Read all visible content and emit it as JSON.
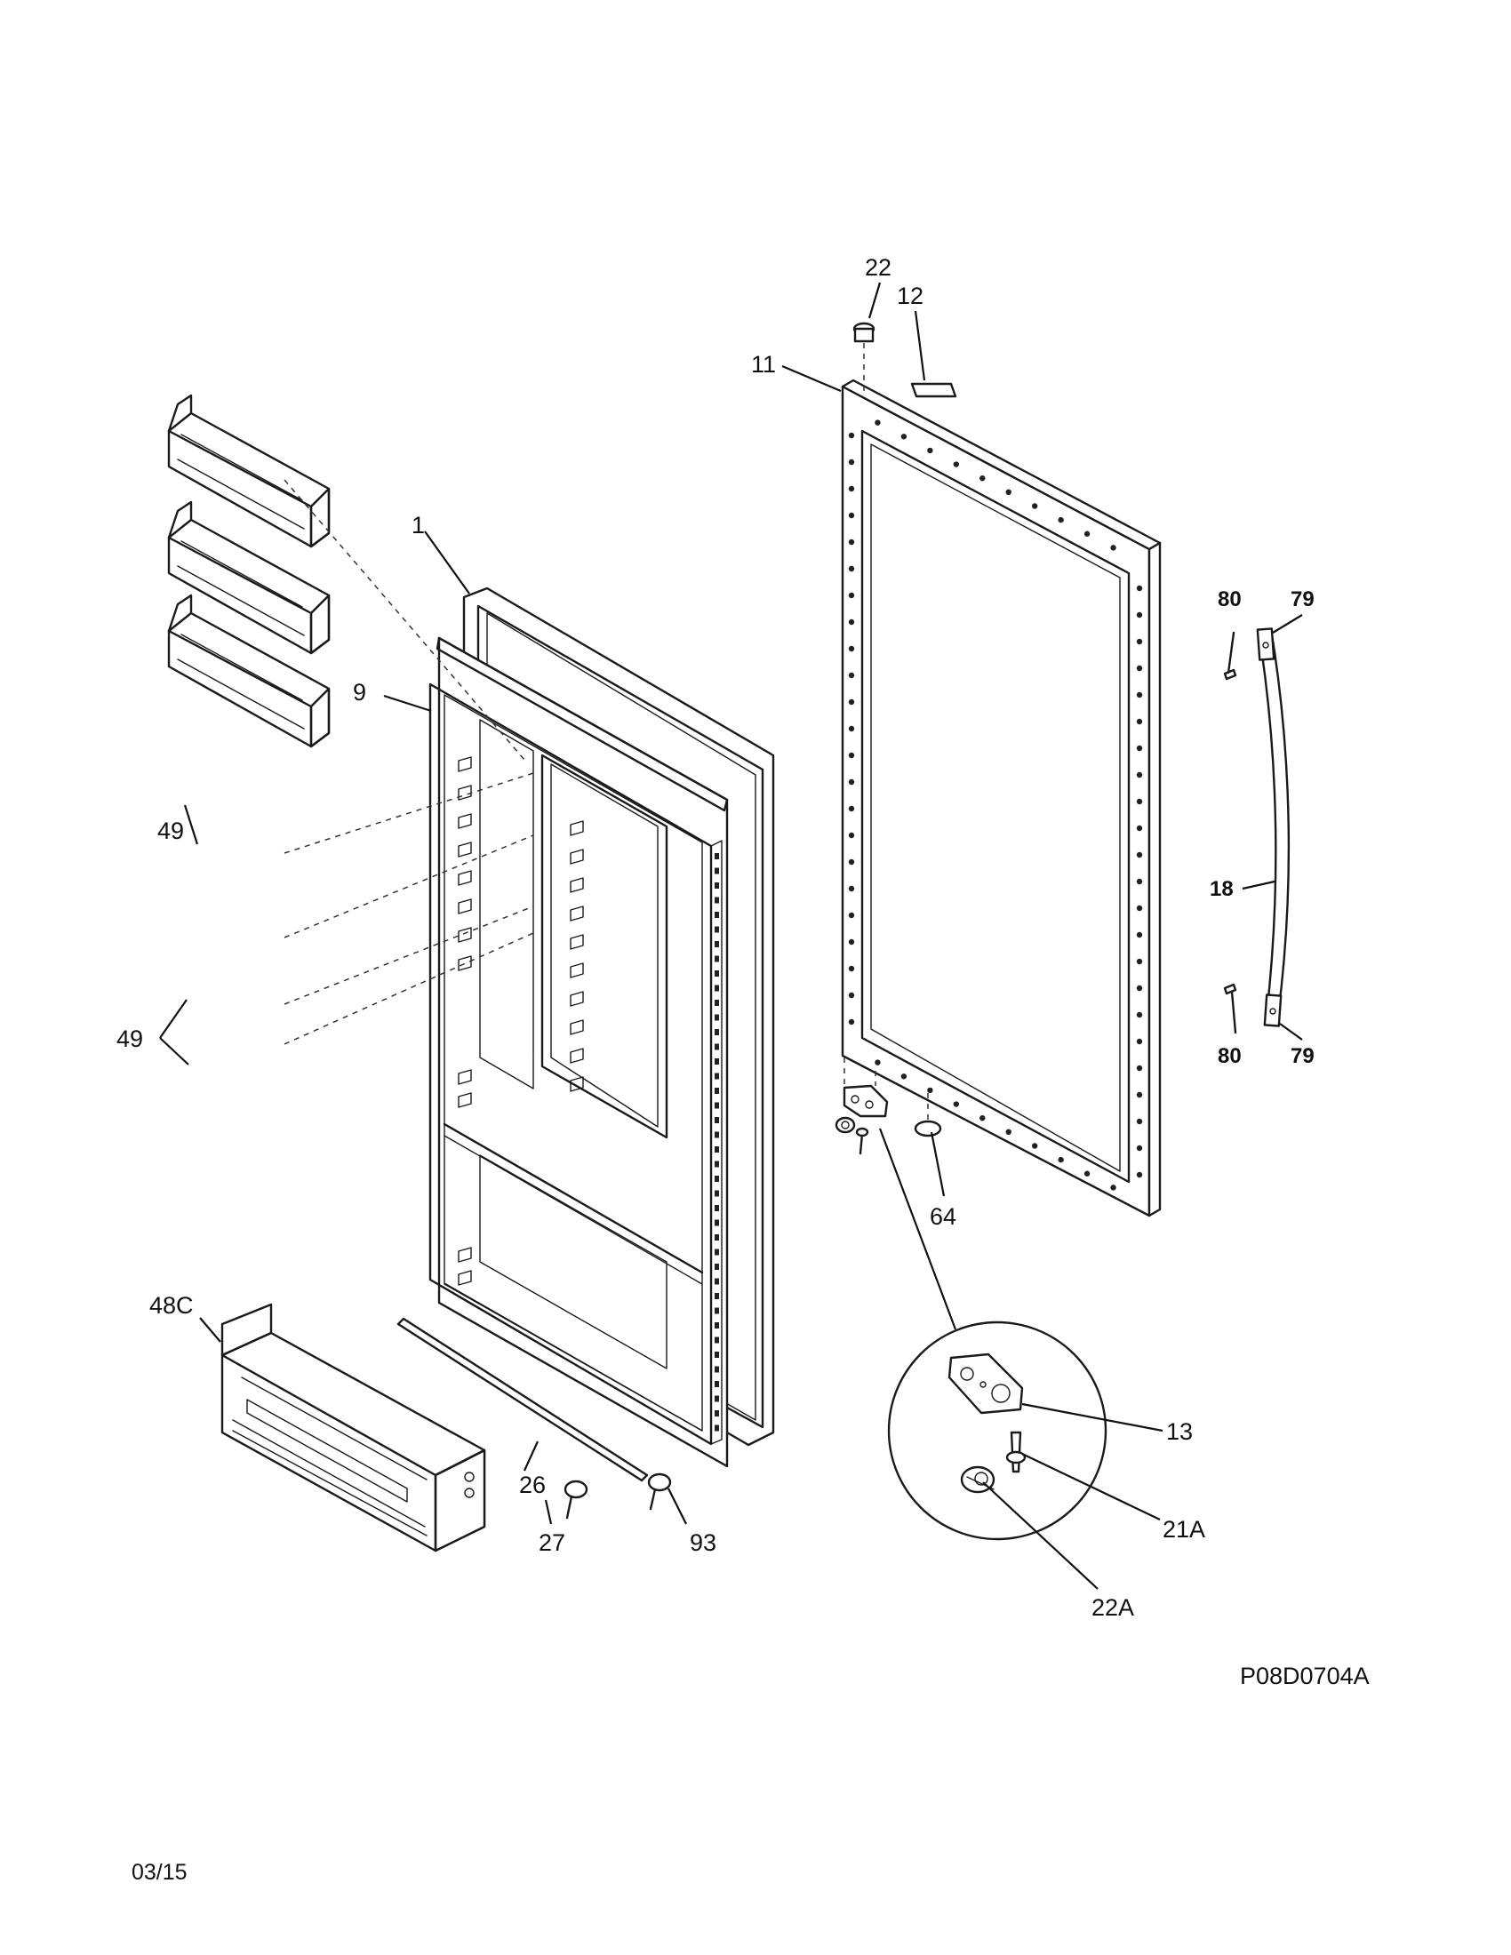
{
  "parts": [
    {
      "id": "p1",
      "label": "1"
    },
    {
      "id": "p9",
      "label": "9"
    },
    {
      "id": "p11",
      "label": "11"
    },
    {
      "id": "p12",
      "label": "12"
    },
    {
      "id": "p13",
      "label": "13"
    },
    {
      "id": "p18",
      "label": "18"
    },
    {
      "id": "p21a",
      "label": "21A"
    },
    {
      "id": "p22",
      "label": "22"
    },
    {
      "id": "p22a",
      "label": "22A"
    },
    {
      "id": "p26",
      "label": "26"
    },
    {
      "id": "p27",
      "label": "27"
    },
    {
      "id": "p48c",
      "label": "48C"
    },
    {
      "id": "p49a",
      "label": "49"
    },
    {
      "id": "p49b",
      "label": "49"
    },
    {
      "id": "p64",
      "label": "64"
    },
    {
      "id": "p79a",
      "label": "79"
    },
    {
      "id": "p79b",
      "label": "79"
    },
    {
      "id": "p80a",
      "label": "80"
    },
    {
      "id": "p80b",
      "label": "80"
    },
    {
      "id": "p93",
      "label": "93"
    }
  ],
  "diagram_code": "P08D0704A",
  "date_code": "03/15"
}
